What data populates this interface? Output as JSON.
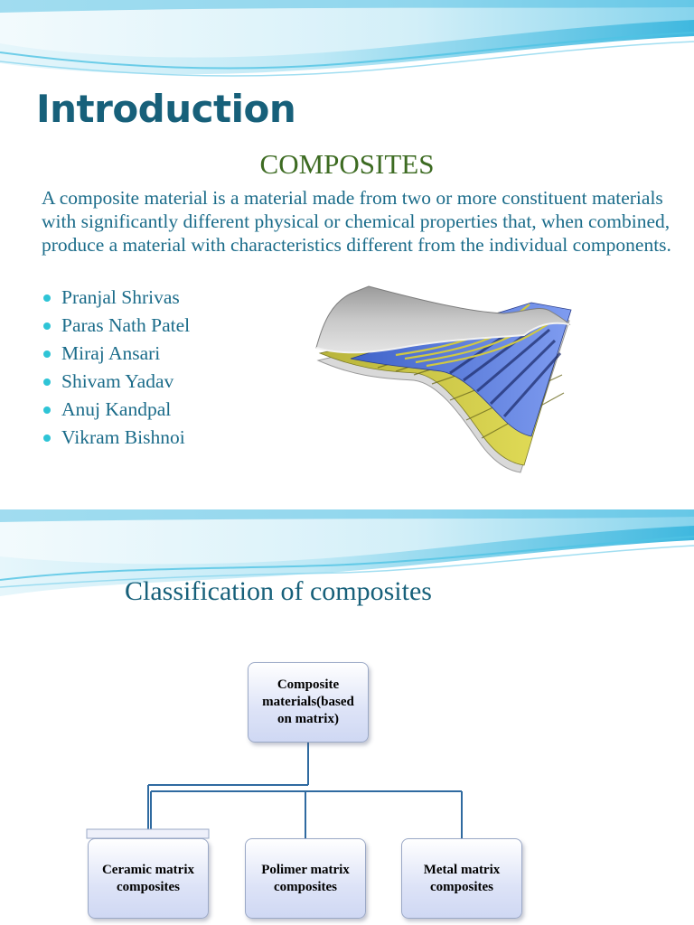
{
  "slide1": {
    "title": "Introduction",
    "subtitle": "COMPOSITES",
    "paragraph": "A composite material is a material made from two or more constituent materials with significantly different physical or chemical properties that, when combined, produce a material with characteristics different from the individual components.",
    "members": [
      "Pranjal Shrivas",
      "Paras Nath Patel",
      "Miraj Ansari",
      "Shivam Yadav",
      "Anuj Kandpal",
      "Vikram Bishnoi"
    ]
  },
  "slide2": {
    "title": "Classification of composites",
    "root": "Composite\nmaterials(based\non matrix)",
    "children": [
      "Ceramic matrix\ncomposites",
      "Polimer matrix\ncomposites",
      "Metal matrix\ncomposites"
    ]
  },
  "colors": {
    "title": "#17607a",
    "body_text": "#1b6c8a",
    "subtitle": "#3d6b22",
    "bullet": "#2ec4d6",
    "wave": "#4fc3e3"
  }
}
